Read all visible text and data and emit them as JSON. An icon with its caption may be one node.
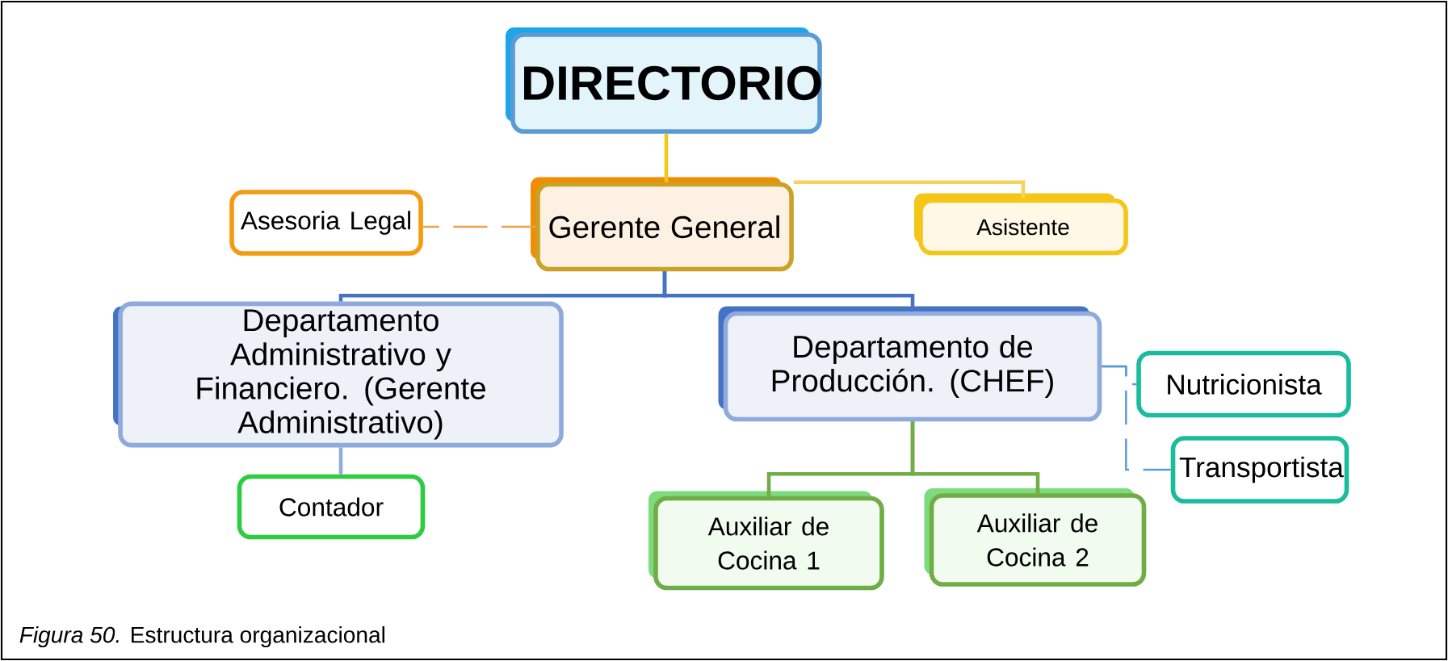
{
  "diagram": {
    "caption": "*Figura 50.* Estructura organizacional",
    "nodes": [
      {
        "text": [
          "DIRECTORIO"
        ]
      },
      {
        "text": [
          "Asesoria Legal"
        ]
      },
      {
        "text": [
          "Gerente General"
        ]
      },
      {
        "text": [
          "Asistente"
        ]
      },
      {
        "text": [
          "Departamento Administrativo y Financiero. (Gerente Administrativo)"
        ]
      },
      {
        "text": [
          "Departamento de Producción. (CHEF)"
        ]
      },
      {
        "text": [
          "Nutricionista"
        ]
      },
      {
        "text": [
          "Transportista"
        ]
      },
      {
        "text": [
          "Contador"
        ]
      },
      {
        "text": [
          "Auxiliar de Cocina 1"
        ]
      },
      {
        "text": [
          "Auxiliar de Cocina 2"
        ]
      }
    ],
    "edges": [
      {
        "from": 0,
        "to": 2,
        "arrow": "none",
        "color": "#f5c518"
      },
      {
        "from": 2,
        "to": 1,
        "arrow": "none",
        "style": "dashed",
        "color": "#f0a050"
      },
      {
        "from": 2,
        "to": 3,
        "arrow": "none",
        "color": "#f8d060"
      },
      {
        "from": 2,
        "to": 4,
        "arrow": "none",
        "color": "#4472c4"
      },
      {
        "from": 2,
        "to": 5,
        "arrow": "none",
        "color": "#4472c4"
      },
      {
        "from": 4,
        "to": 8,
        "arrow": "none",
        "color": "#8faadc"
      },
      {
        "from": 5,
        "to": 9,
        "arrow": "none",
        "color": "#70ad47"
      },
      {
        "from": 5,
        "to": 10,
        "arrow": "none",
        "color": "#70ad47"
      },
      {
        "from": 5,
        "to": 6,
        "arrow": "none",
        "style": "dashed",
        "color": "#5b9bd5"
      },
      {
        "from": 5,
        "to": 7,
        "arrow": "none",
        "style": "dashed",
        "color": "#5b9bd5"
      }
    ]
  }
}
